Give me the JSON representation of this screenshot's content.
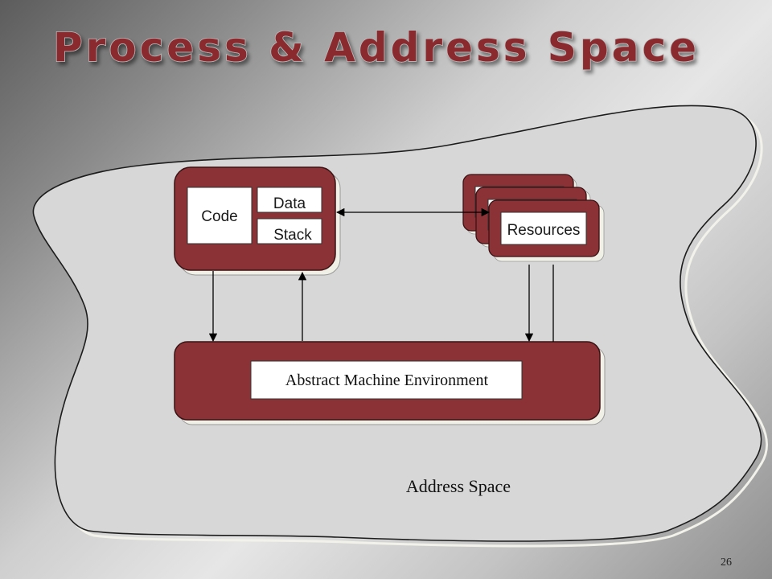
{
  "slide": {
    "title": "Process & Address Space",
    "page_number": "26"
  },
  "diagram": {
    "process_box": {
      "code_label": "Code",
      "data_label": "Data",
      "stack_label": "Stack"
    },
    "resources_label": "Resources",
    "environment_label": "Abstract Machine Environment",
    "address_space_label": "Address Space"
  },
  "colors": {
    "box_fill": "#8b3236",
    "box_stroke": "#3a1214",
    "blob_fill": "#d6d6d6",
    "title": "#8a2a2e"
  }
}
